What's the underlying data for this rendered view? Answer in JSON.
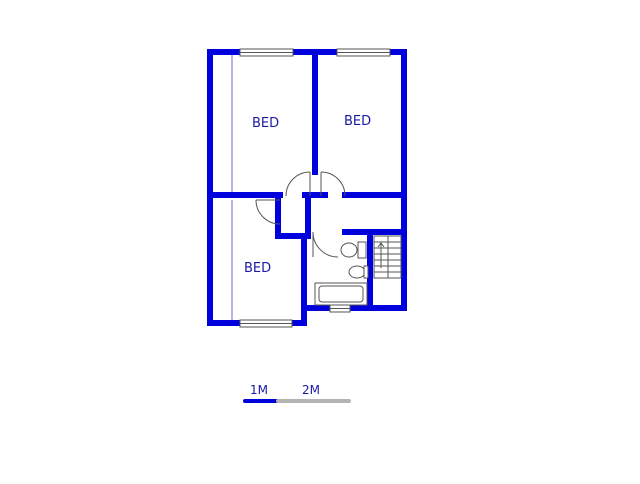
{
  "colors": {
    "wall": "#0000dd",
    "text": "#1a1aa6",
    "fixture": "#555555",
    "scale_primary": "#0000dd",
    "scale_secondary": "#b4b4b4"
  },
  "rooms": [
    {
      "id": "bed-1",
      "label": "BED"
    },
    {
      "id": "bed-2",
      "label": "BED"
    },
    {
      "id": "bed-3",
      "label": "BED"
    }
  ],
  "scale_bar": {
    "labels": [
      "1M",
      "2M"
    ]
  },
  "icons": [
    "window-icon",
    "door-swing-icon",
    "toilet-icon",
    "basin-icon",
    "bathtub-icon",
    "staircase-icon"
  ]
}
